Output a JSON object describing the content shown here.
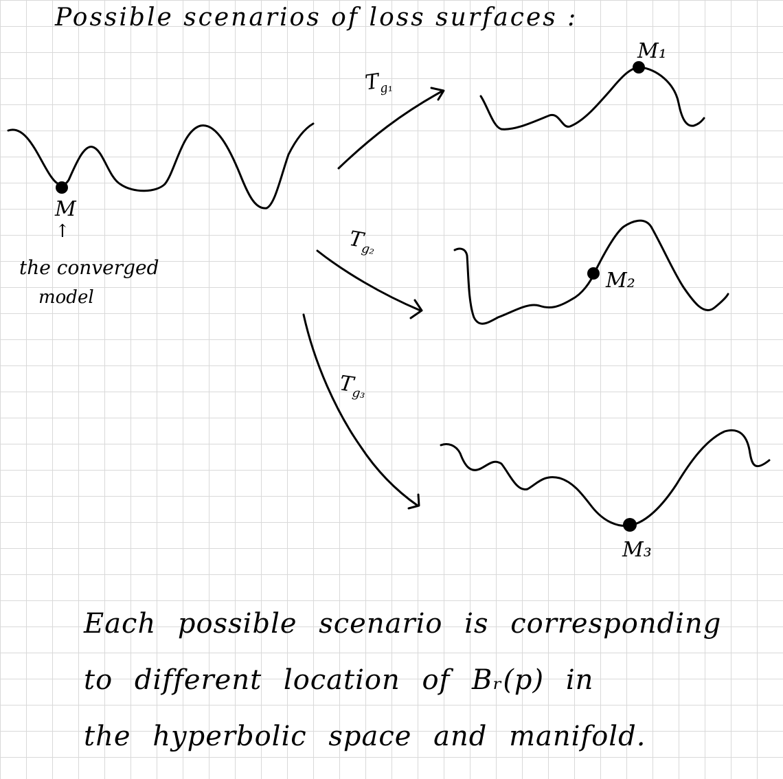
{
  "title": "Possible scenarios of loss surfaces :",
  "converged_point_label": "M",
  "converged_arrow_glyph": "↑",
  "converged_caption_line1": "the converged",
  "converged_caption_line2": "model",
  "transforms": [
    {
      "label_main": "T",
      "label_sub": "g₁"
    },
    {
      "label_main": "T",
      "label_sub": "g₂"
    },
    {
      "label_main": "T",
      "label_sub": "g₃"
    }
  ],
  "results": [
    {
      "label": "M₁"
    },
    {
      "label": "M₂"
    },
    {
      "label": "M₃"
    }
  ],
  "caption": {
    "line1": "Each possible scenario  is corresponding",
    "line2": "to different location of  Bᵣ(p)  in",
    "line3": "the hyperbolic space and manifold."
  },
  "colors": {
    "ink": "#000000",
    "grid": "#d9d9d9",
    "background": "#ffffff"
  }
}
